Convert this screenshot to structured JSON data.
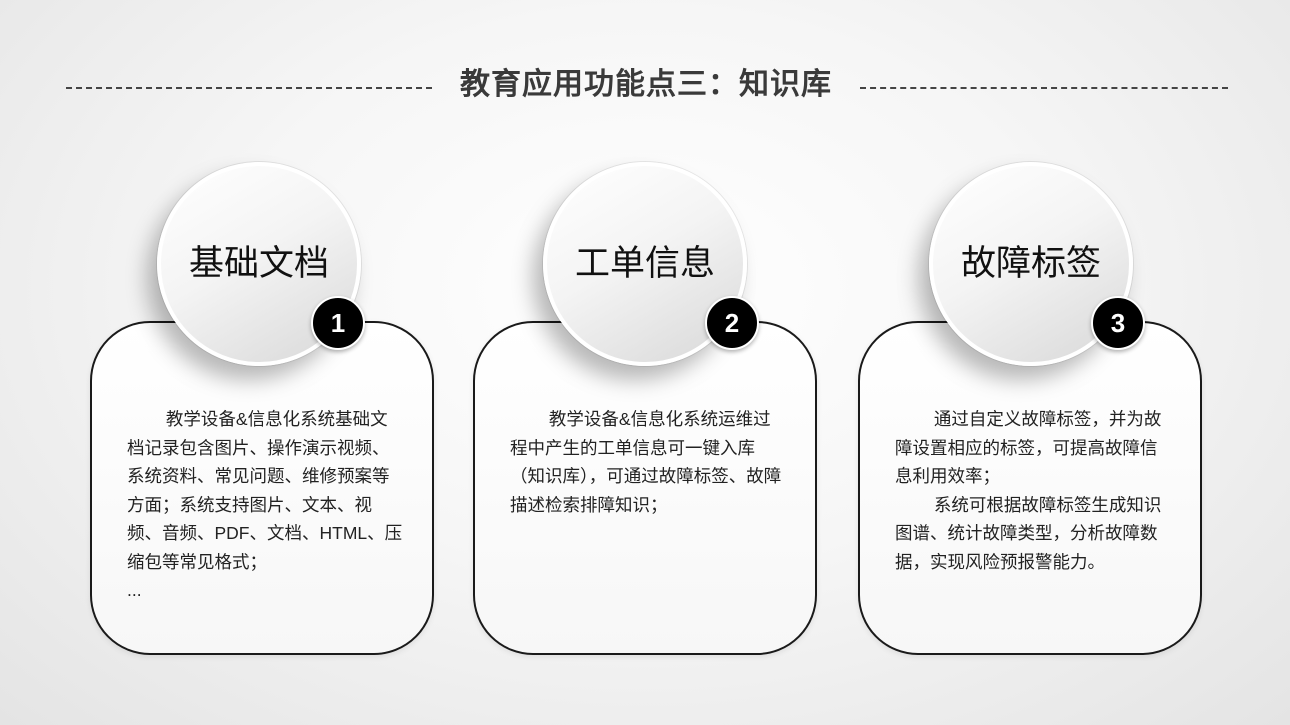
{
  "title": "教育应用功能点三：知识库",
  "items": [
    {
      "label": "基础文档",
      "number": "1",
      "text": "        教学设备&信息化系统基础文档记录包含图片、操作演示视频、系统资料、常见问题、维修预案等方面；系统支持图片、文本、视频、音频、PDF、文档、HTML、压缩包等常见格式；\n..."
    },
    {
      "label": "工单信息",
      "number": "2",
      "text": "        教学设备&信息化系统运维过程中产生的工单信息可一键入库（知识库），可通过故障标签、故障描述检索排障知识；"
    },
    {
      "label": "故障标签",
      "number": "3",
      "text": "        通过自定义故障标签，并为故障设置相应的标签，可提高故障信息利用效率；\n        系统可根据故障标签生成知识图谱、统计故障类型，分析故障数据，实现风险预报警能力。"
    }
  ]
}
